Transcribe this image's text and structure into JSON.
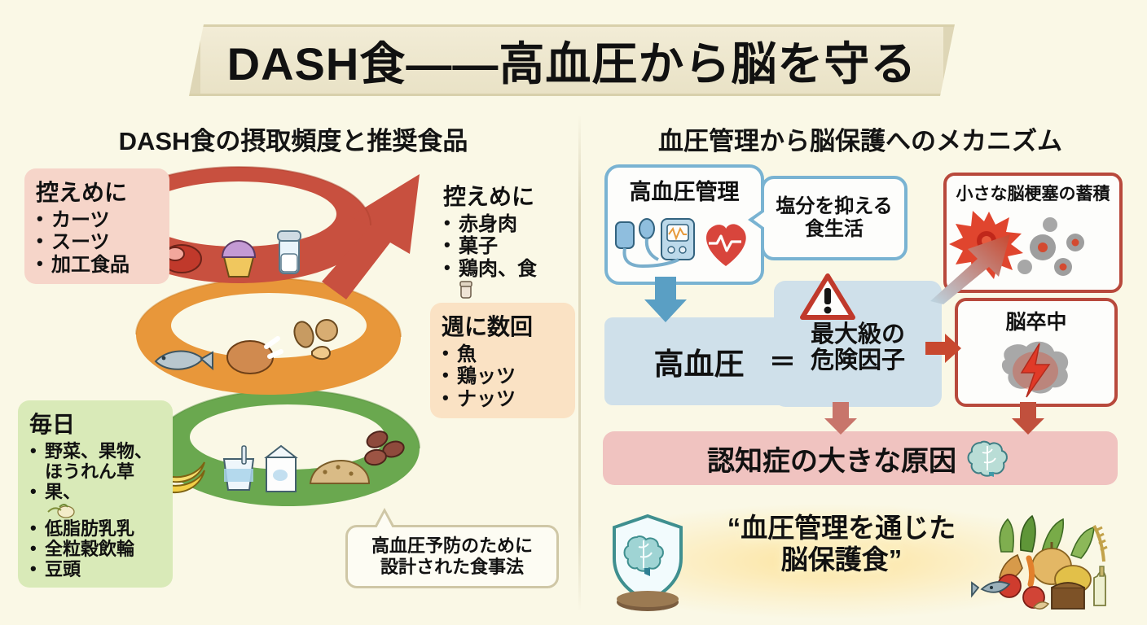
{
  "title": "DASH食——高血圧から脳を守る",
  "background_color": "#faf8e6",
  "left_panel": {
    "heading": "DASH食の摂取頻度と推奨食品",
    "bands": [
      {
        "color": "#c8503f",
        "name": "limit-band",
        "foods": [
          "meat-icon",
          "cupcake-icon",
          "salt-shaker-icon"
        ]
      },
      {
        "color": "#e8973a",
        "name": "weekly-band",
        "foods": [
          "fish-icon",
          "chicken-icon",
          "nuts-icon"
        ]
      },
      {
        "color": "#6aa84f",
        "name": "daily-band",
        "foods": [
          "apple-icon",
          "banana-icon",
          "yogurt-icon",
          "milk-carton-icon",
          "grains-icon",
          "beans-icon"
        ]
      }
    ],
    "notes": [
      {
        "id": "limit-left",
        "title": "控えめに",
        "bg": "#f6d5c9",
        "items": [
          "カーツ",
          "スーツ",
          "加工食品"
        ]
      },
      {
        "id": "limit-right",
        "title": "控えめに",
        "bg": "transparent",
        "items": [
          "赤身肉",
          "菓子",
          "鶏肉、食"
        ]
      },
      {
        "id": "weekly",
        "title": "週に数回",
        "bg": "#fae2c4",
        "items": [
          "魚",
          "鶏ッツ",
          "ナッツ"
        ]
      },
      {
        "id": "daily",
        "title": "毎日",
        "bg": "#d9eab8",
        "items": [
          "野菜、果物、ほうれん草",
          "果、",
          "低脂肪乳乳",
          "全粒穀飲輪",
          "豆頭"
        ]
      }
    ],
    "callout": "高血圧予防のために設計された食事法",
    "callout_line1": "高血圧予防のために",
    "callout_line2": "設計された食事法"
  },
  "right_panel": {
    "heading": "血圧管理から脳保護へのメカニズム",
    "bp_box": {
      "label": "高血圧管理",
      "border": "#79b3d2",
      "icons": [
        "blood-pressure-monitor-icon",
        "heart-pulse-icon"
      ]
    },
    "salt_bubble": {
      "line1": "塩分を抑える",
      "line2": "食生活",
      "border": "#79b3d2"
    },
    "htn_box": {
      "label": "高血圧",
      "bg": "#cfe0ea"
    },
    "equals": "＝",
    "risk_box": {
      "line1": "最大級の",
      "line2": "危険因子",
      "bg": "#cfe0ea",
      "icon": "warning-triangle-icon"
    },
    "lacunar_box": {
      "label": "小さな脳梗塞の蓄積",
      "border": "#b8493c",
      "icon": "infarct-burst-icon"
    },
    "stroke_box": {
      "label": "脳卒中",
      "border": "#b8493c",
      "icon": "brain-lightning-icon"
    },
    "dementia_bar": {
      "label": "認知症の大きな原因",
      "bg": "#f0c3c0",
      "icon": "brain-icon"
    },
    "bottom_banner": {
      "line1": "“血圧管理を通じた",
      "line2": "脳保護食”",
      "shield_icon": "shield-brain-icon",
      "food_icon": "healthy-food-group-icon"
    }
  }
}
